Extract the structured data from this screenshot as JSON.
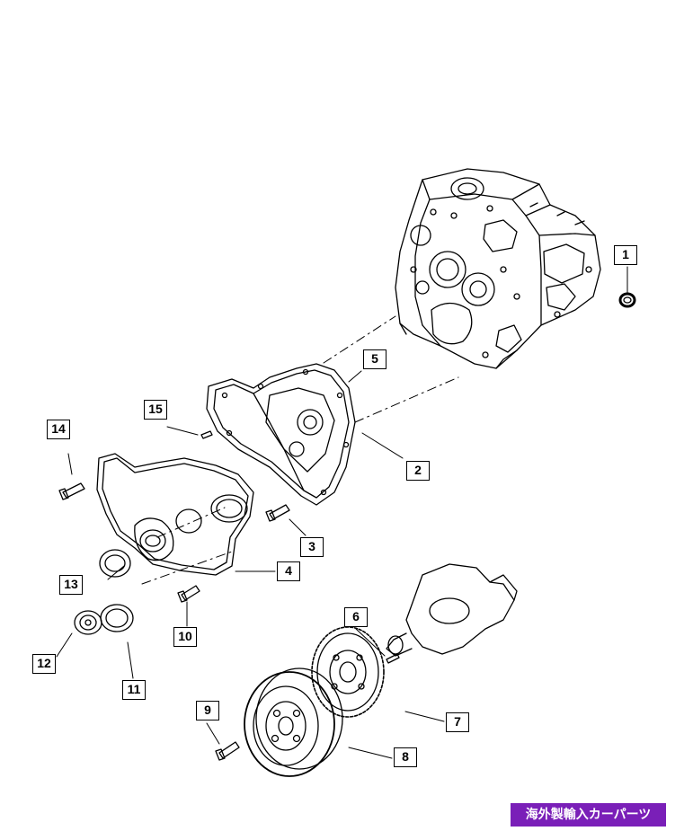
{
  "callouts": [
    {
      "id": "c1",
      "label": "1"
    },
    {
      "id": "c2",
      "label": "2"
    },
    {
      "id": "c3",
      "label": "3"
    },
    {
      "id": "c4",
      "label": "4"
    },
    {
      "id": "c5",
      "label": "5"
    },
    {
      "id": "c6",
      "label": "6"
    },
    {
      "id": "c7",
      "label": "7"
    },
    {
      "id": "c8",
      "label": "8"
    },
    {
      "id": "c9",
      "label": "9"
    },
    {
      "id": "c10",
      "label": "10"
    },
    {
      "id": "c11",
      "label": "11"
    },
    {
      "id": "c12",
      "label": "12"
    },
    {
      "id": "c13",
      "label": "13"
    },
    {
      "id": "c14",
      "label": "14"
    },
    {
      "id": "c15",
      "label": "15"
    }
  ],
  "watermark": {
    "text": "海外製輸入カーパーツ",
    "background": "#7a1fb8",
    "color": "#ffffff"
  },
  "line_color": "#000000"
}
